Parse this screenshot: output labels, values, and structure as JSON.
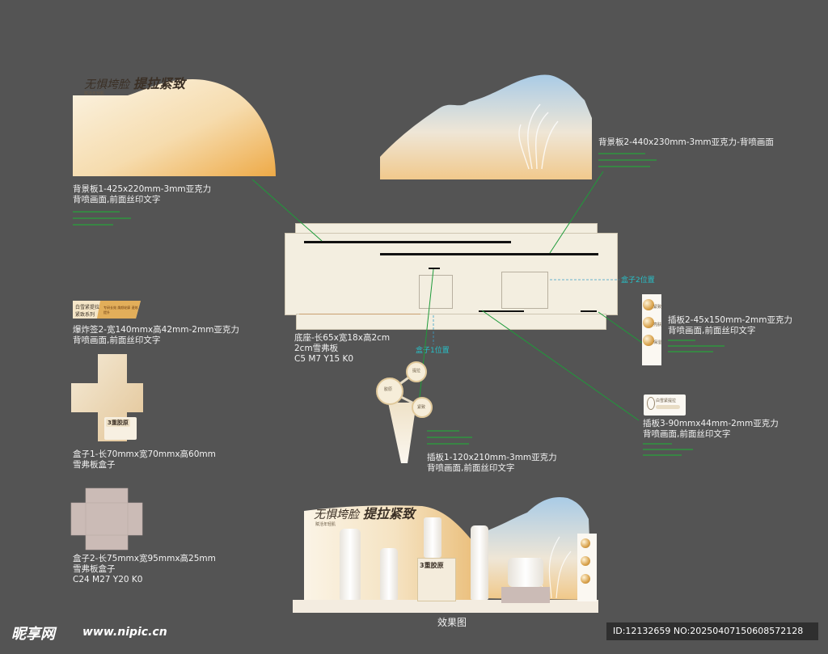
{
  "panel1": {
    "title_light": "无惧垮脸",
    "title_bold": "提拉紧致",
    "sub": "赋活年轻肌",
    "label_lines": [
      "背景板1-425x220mm-3mm亚克力",
      "背喷画面,前面丝印文字"
    ]
  },
  "panel2": {
    "label_lines": [
      "背景板2-440x230mm-3mm亚克力-背喷画面"
    ]
  },
  "base": {
    "label_lines": [
      "底座-长65x宽18x高2cm",
      "2cm雪弗板",
      "C5 M7 Y15 K0"
    ],
    "box1_pos": "盒子1位置",
    "box2_pos": "盒子2位置"
  },
  "burst": {
    "tag_line1": "白雪紧提拉",
    "tag_line2": "紧致系列",
    "tag_script": "专研长效 焕颜轮廓 速效提升",
    "label_lines": [
      "爆炸签2-宽140mmx高42mm-2mm亚克力",
      "背喷画面,前面丝印文字"
    ]
  },
  "box1": {
    "badge": "3重胶原",
    "label_lines": [
      "盒子1-长70mmx宽70mmx高60mm",
      "雪弗板盒子"
    ]
  },
  "box2": {
    "label_lines": [
      "盒子2-长75mmx宽95mmx高25mm",
      "雪弗板盒子",
      "C24 M27 Y20 K0"
    ]
  },
  "insert1": {
    "bubbles": [
      "胶原",
      "提拉",
      "紧致"
    ],
    "label_lines": [
      "插板1-120x210mm-3mm亚克力",
      "背喷画面,前面丝印文字"
    ]
  },
  "insert2": {
    "bubbles": [
      "紧致",
      "亮肤",
      "保湿"
    ],
    "label_lines": [
      "插板2-45x150mm-2mm亚克力",
      "背喷画面,前面丝印文字"
    ]
  },
  "insert3": {
    "brand": "白雪紧提拉",
    "label_lines": [
      "插板3-90mmx44mm-2mm亚克力",
      "背喷画面,前面丝印文字"
    ]
  },
  "effect": {
    "title_light": "无惧垮脸",
    "title_bold": "提拉紧致",
    "sub": "赋活年轻肌",
    "badge": "3重胶原",
    "caption": "效果图"
  },
  "footer": {
    "site_logo": "昵享网",
    "site_url": "www.nipic.cn",
    "id_text": "ID:12132659 NO:20250407150608572128"
  },
  "colors": {
    "background": "#545454",
    "cream": "#f3eee0",
    "gold": "#e9a94a",
    "sky": "#a9cbe6",
    "green_note": "#27a63a"
  }
}
